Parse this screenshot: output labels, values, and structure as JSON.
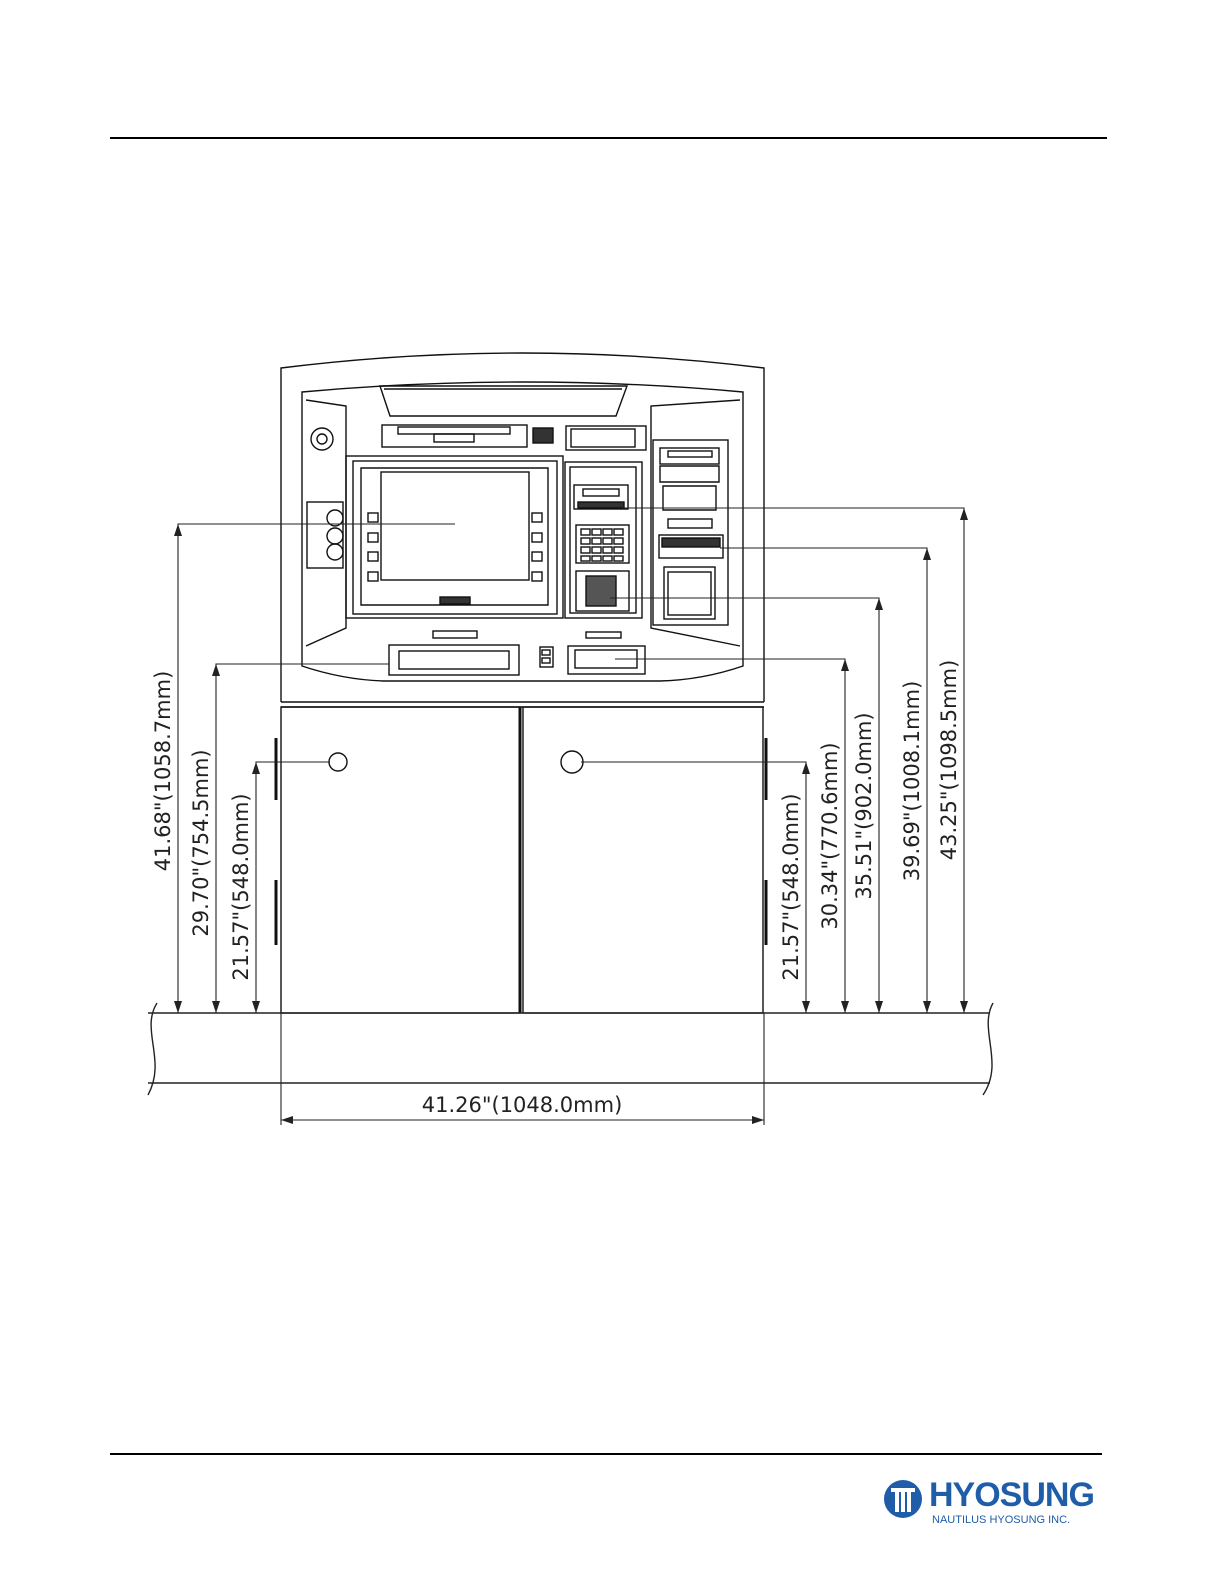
{
  "drawing": {
    "view": "ATM front elevation",
    "dimensions": {
      "height_screen": "41.68\"(1058.7mm)",
      "height_depository_left": "29.70\"(754.5mm)",
      "height_lock_left": "21.57\"(548.0mm)",
      "height_lock_right": "21.57\"(548.0mm)",
      "height_dispenser": "30.34\"(770.6mm)",
      "height_pinpad": "35.51\"(902.0mm)",
      "height_card_reader": "39.69\"(1008.1mm)",
      "height_top_slot": "43.25\"(1098.5mm)",
      "overall_width": "41.26\"(1048.0mm)"
    }
  },
  "footer": {
    "brand_name": "HYOSUNG",
    "brand_tagline": "NAUTILUS HYOSUNG INC.",
    "brand_color": "#1f5da8"
  }
}
